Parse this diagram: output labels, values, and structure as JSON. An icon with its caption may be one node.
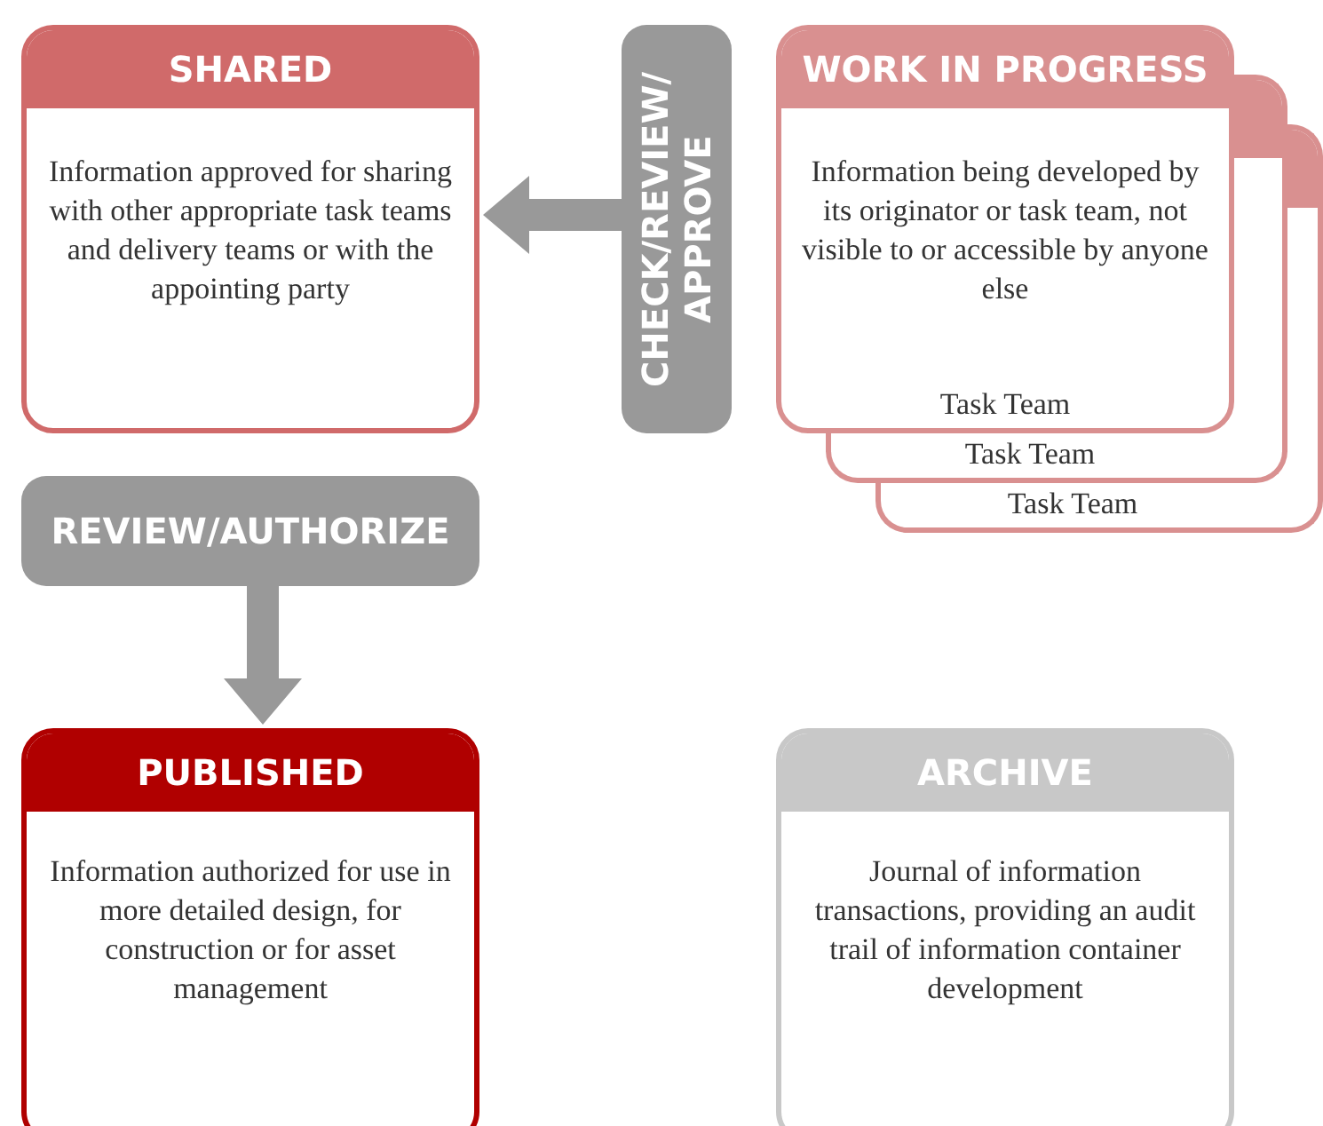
{
  "diagram": {
    "nodes": [
      {
        "text": [
          "SHARED",
          "Information approved for sharing with other appropriate task teams and delivery teams or with the appointing party"
        ]
      },
      {
        "text": [
          "CHECK/REVIEW/ APPROVE"
        ]
      },
      {
        "text": [
          "WORK IN PROGRESS",
          "Information being developed by its originator or task team, not visible to or accessible by anyone else",
          "Task Team"
        ]
      },
      {
        "text": [
          "Task Team"
        ]
      },
      {
        "text": [
          "Task Team"
        ]
      },
      {
        "text": [
          "REVIEW/AUTHORIZE"
        ]
      },
      {
        "text": [
          "PUBLISHED",
          "Information authorized for use in more detailed design, for construction or for asset management"
        ]
      },
      {
        "text": [
          "ARCHIVE",
          "Journal of information transactions, providing an audit trail of information container development"
        ]
      }
    ],
    "edges": [
      {
        "from": 1,
        "to": 0,
        "arrow": "to"
      },
      {
        "from": 5,
        "to": 6,
        "arrow": "to"
      }
    ]
  }
}
